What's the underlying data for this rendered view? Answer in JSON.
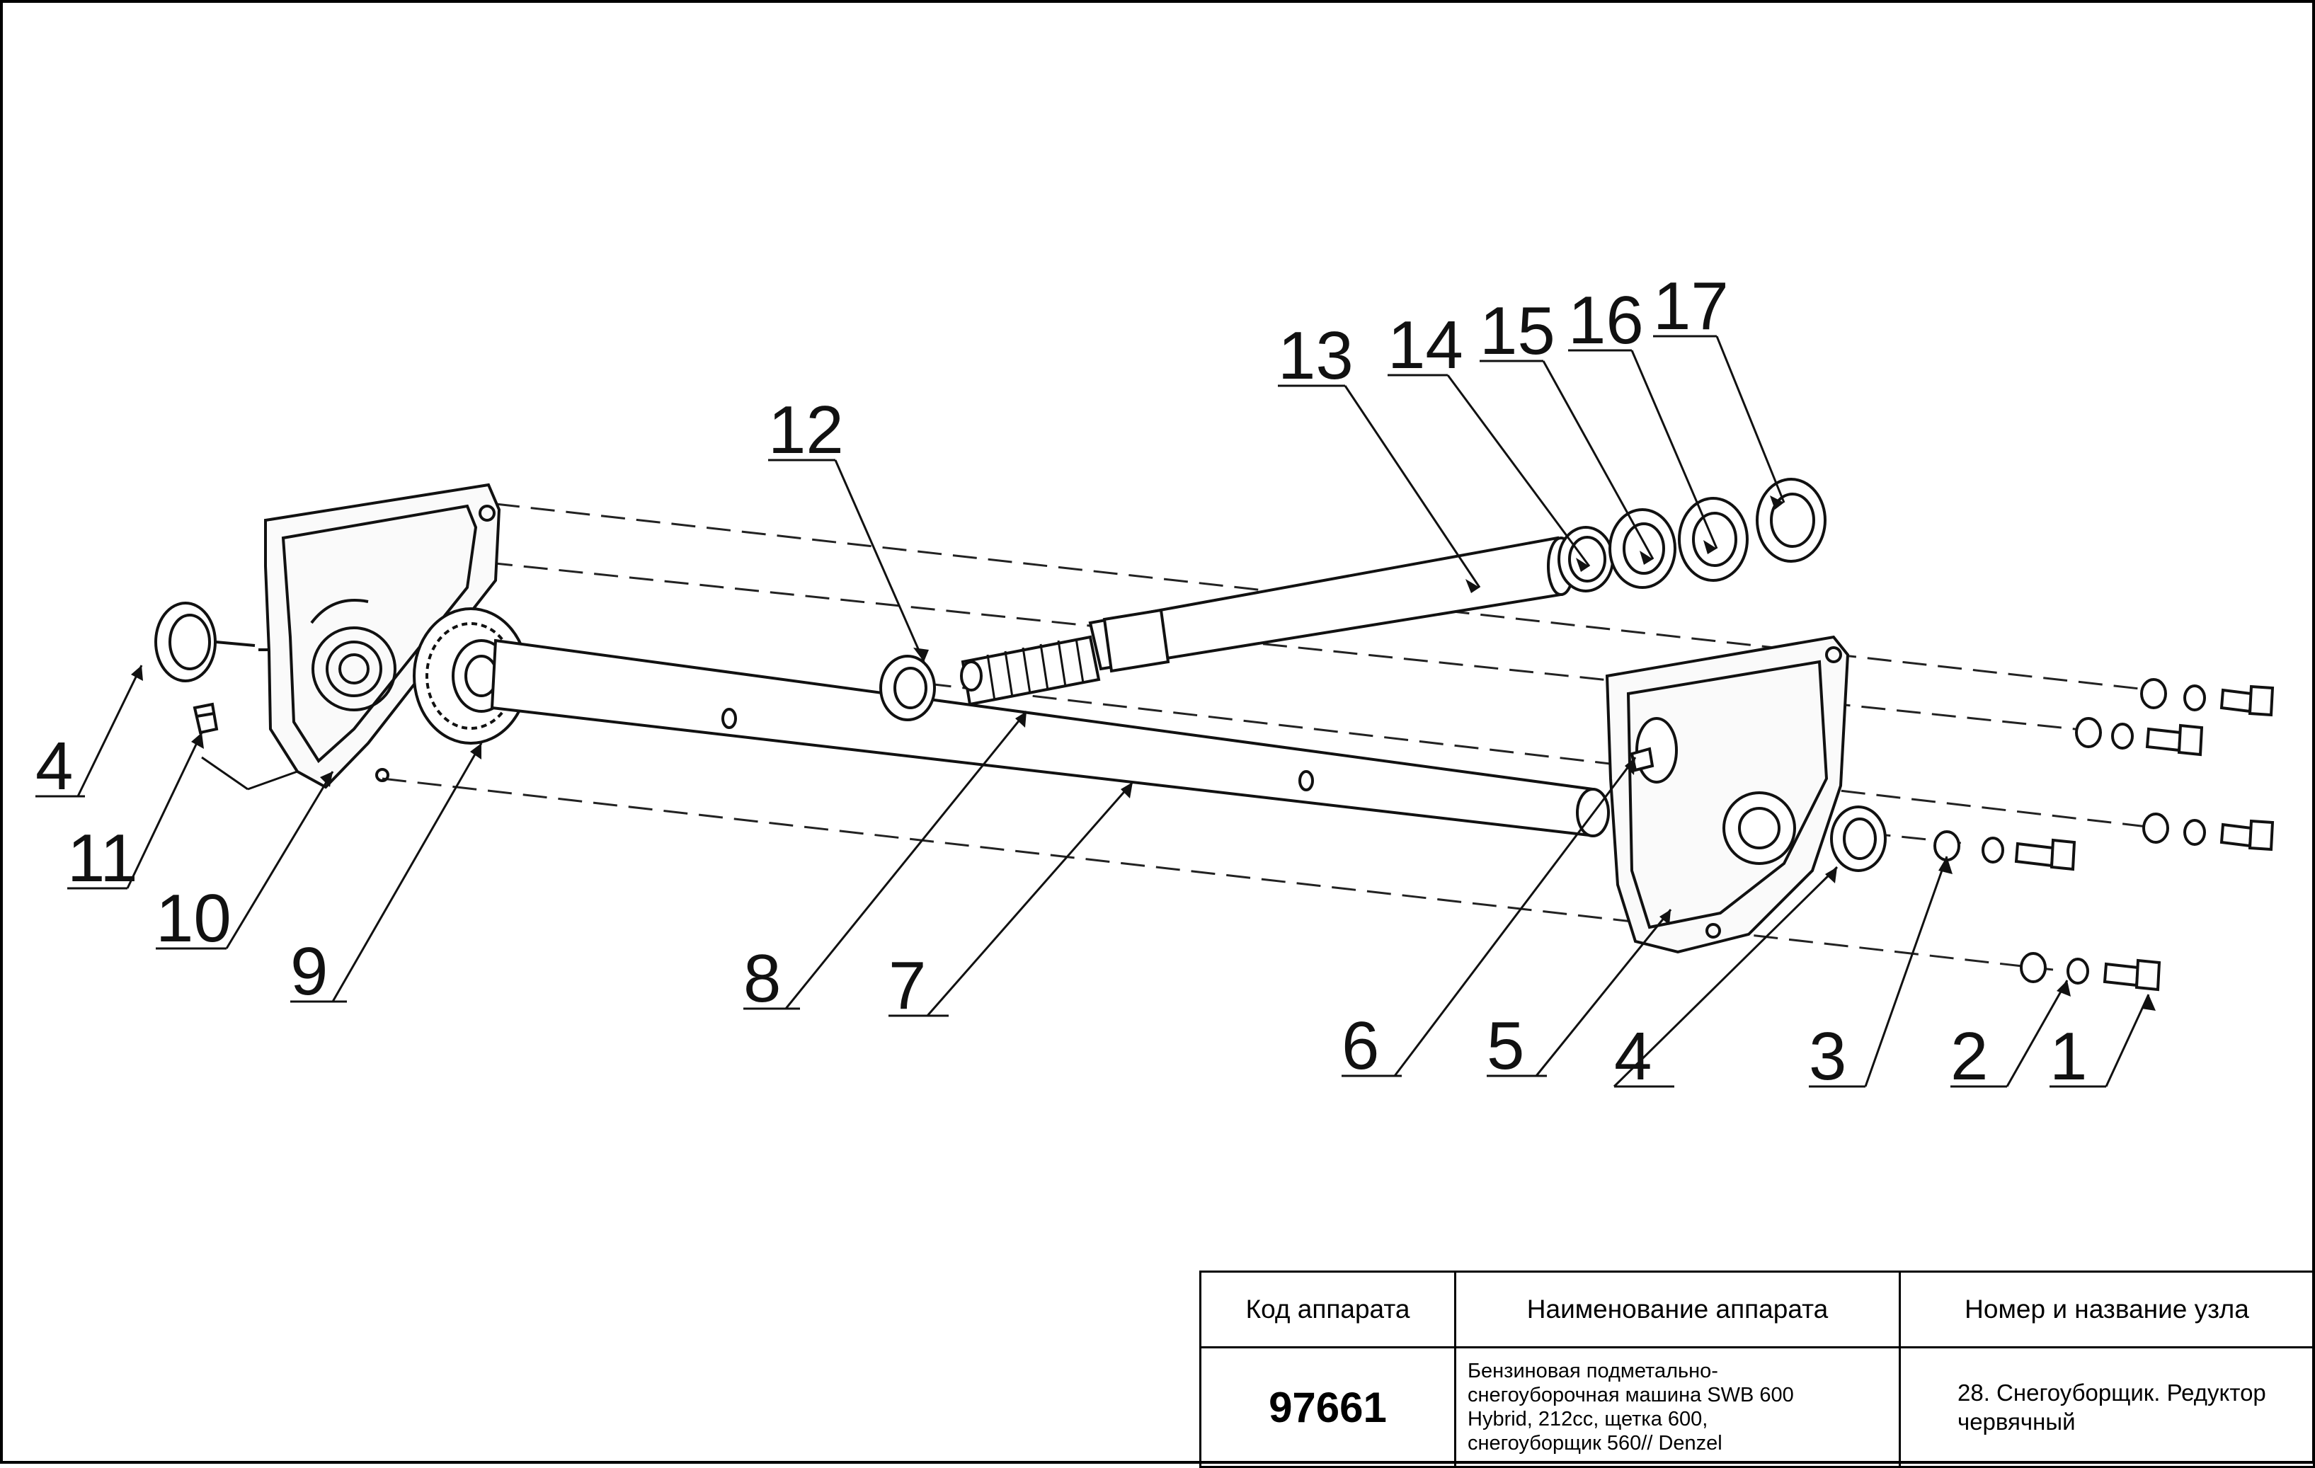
{
  "callouts": [
    {
      "id": "c1",
      "label": "1"
    },
    {
      "id": "c2",
      "label": "2"
    },
    {
      "id": "c3",
      "label": "3"
    },
    {
      "id": "c4a",
      "label": "4"
    },
    {
      "id": "c4b",
      "label": "4"
    },
    {
      "id": "c5",
      "label": "5"
    },
    {
      "id": "c6",
      "label": "6"
    },
    {
      "id": "c7",
      "label": "7"
    },
    {
      "id": "c8",
      "label": "8"
    },
    {
      "id": "c9",
      "label": "9"
    },
    {
      "id": "c10",
      "label": "10"
    },
    {
      "id": "c11",
      "label": "11"
    },
    {
      "id": "c12",
      "label": "12"
    },
    {
      "id": "c13",
      "label": "13"
    },
    {
      "id": "c14",
      "label": "14"
    },
    {
      "id": "c15",
      "label": "15"
    },
    {
      "id": "c16",
      "label": "16"
    },
    {
      "id": "c17",
      "label": "17"
    }
  ],
  "table": {
    "headers": {
      "code": "Код аппарата",
      "name": "Наименование аппарата",
      "node": "Номер и название узла"
    },
    "code": "97661",
    "name_lines": [
      "Бензиновая подметально-",
      "снегоуборочная машина SWB 600",
      "Hybrid, 212cc, щетка 600,",
      "снегоуборщик 560// Denzel"
    ],
    "node_lines": [
      "28. Снегоуборщик. Редуктор",
      "червячный"
    ]
  }
}
